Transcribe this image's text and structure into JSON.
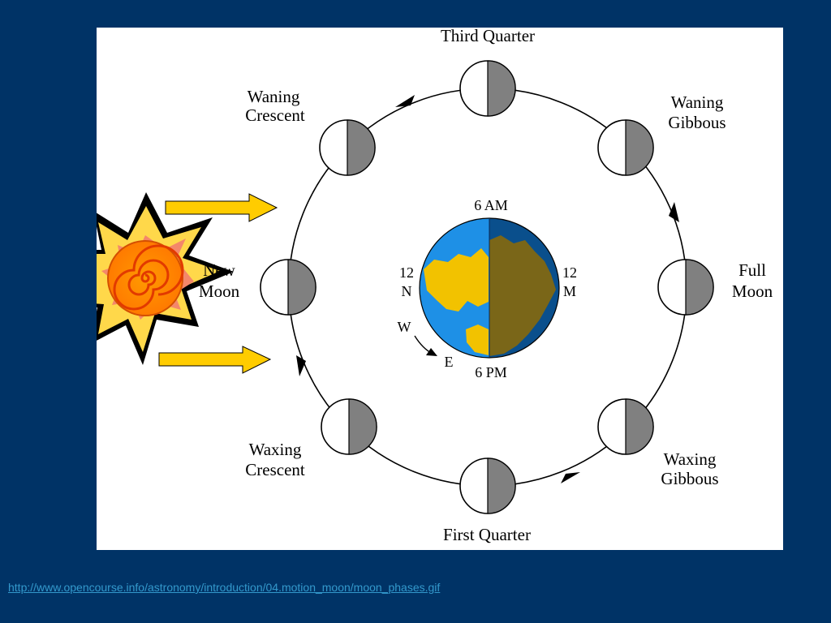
{
  "phases": {
    "new_moon": [
      "New",
      "Moon"
    ],
    "waxing_crescent": [
      "Waxing",
      "Crescent"
    ],
    "first_quarter": [
      "First Quarter"
    ],
    "waxing_gibbous": [
      "Waxing",
      "Gibbous"
    ],
    "full_moon": [
      "Full",
      "Moon"
    ],
    "waning_gibbous": [
      "Waning",
      "Gibbous"
    ],
    "third_quarter": [
      "Third Quarter"
    ],
    "waning_crescent": [
      "Waning",
      "Crescent"
    ]
  },
  "earth": {
    "top": "6 AM",
    "bottom": "6 PM",
    "left": [
      "12",
      "N"
    ],
    "right": [
      "12",
      "M"
    ],
    "west": "W",
    "east": "E"
  },
  "source_url": "http://www.opencourse.info/astronomy/introduction/04.motion_moon/moon_phases.gif",
  "colors": {
    "background": "#003366",
    "sunlight_arrow": "#ffcc00",
    "ocean": "#1e90e6",
    "land": "#f2c200",
    "moon_shadow": "#808080"
  }
}
